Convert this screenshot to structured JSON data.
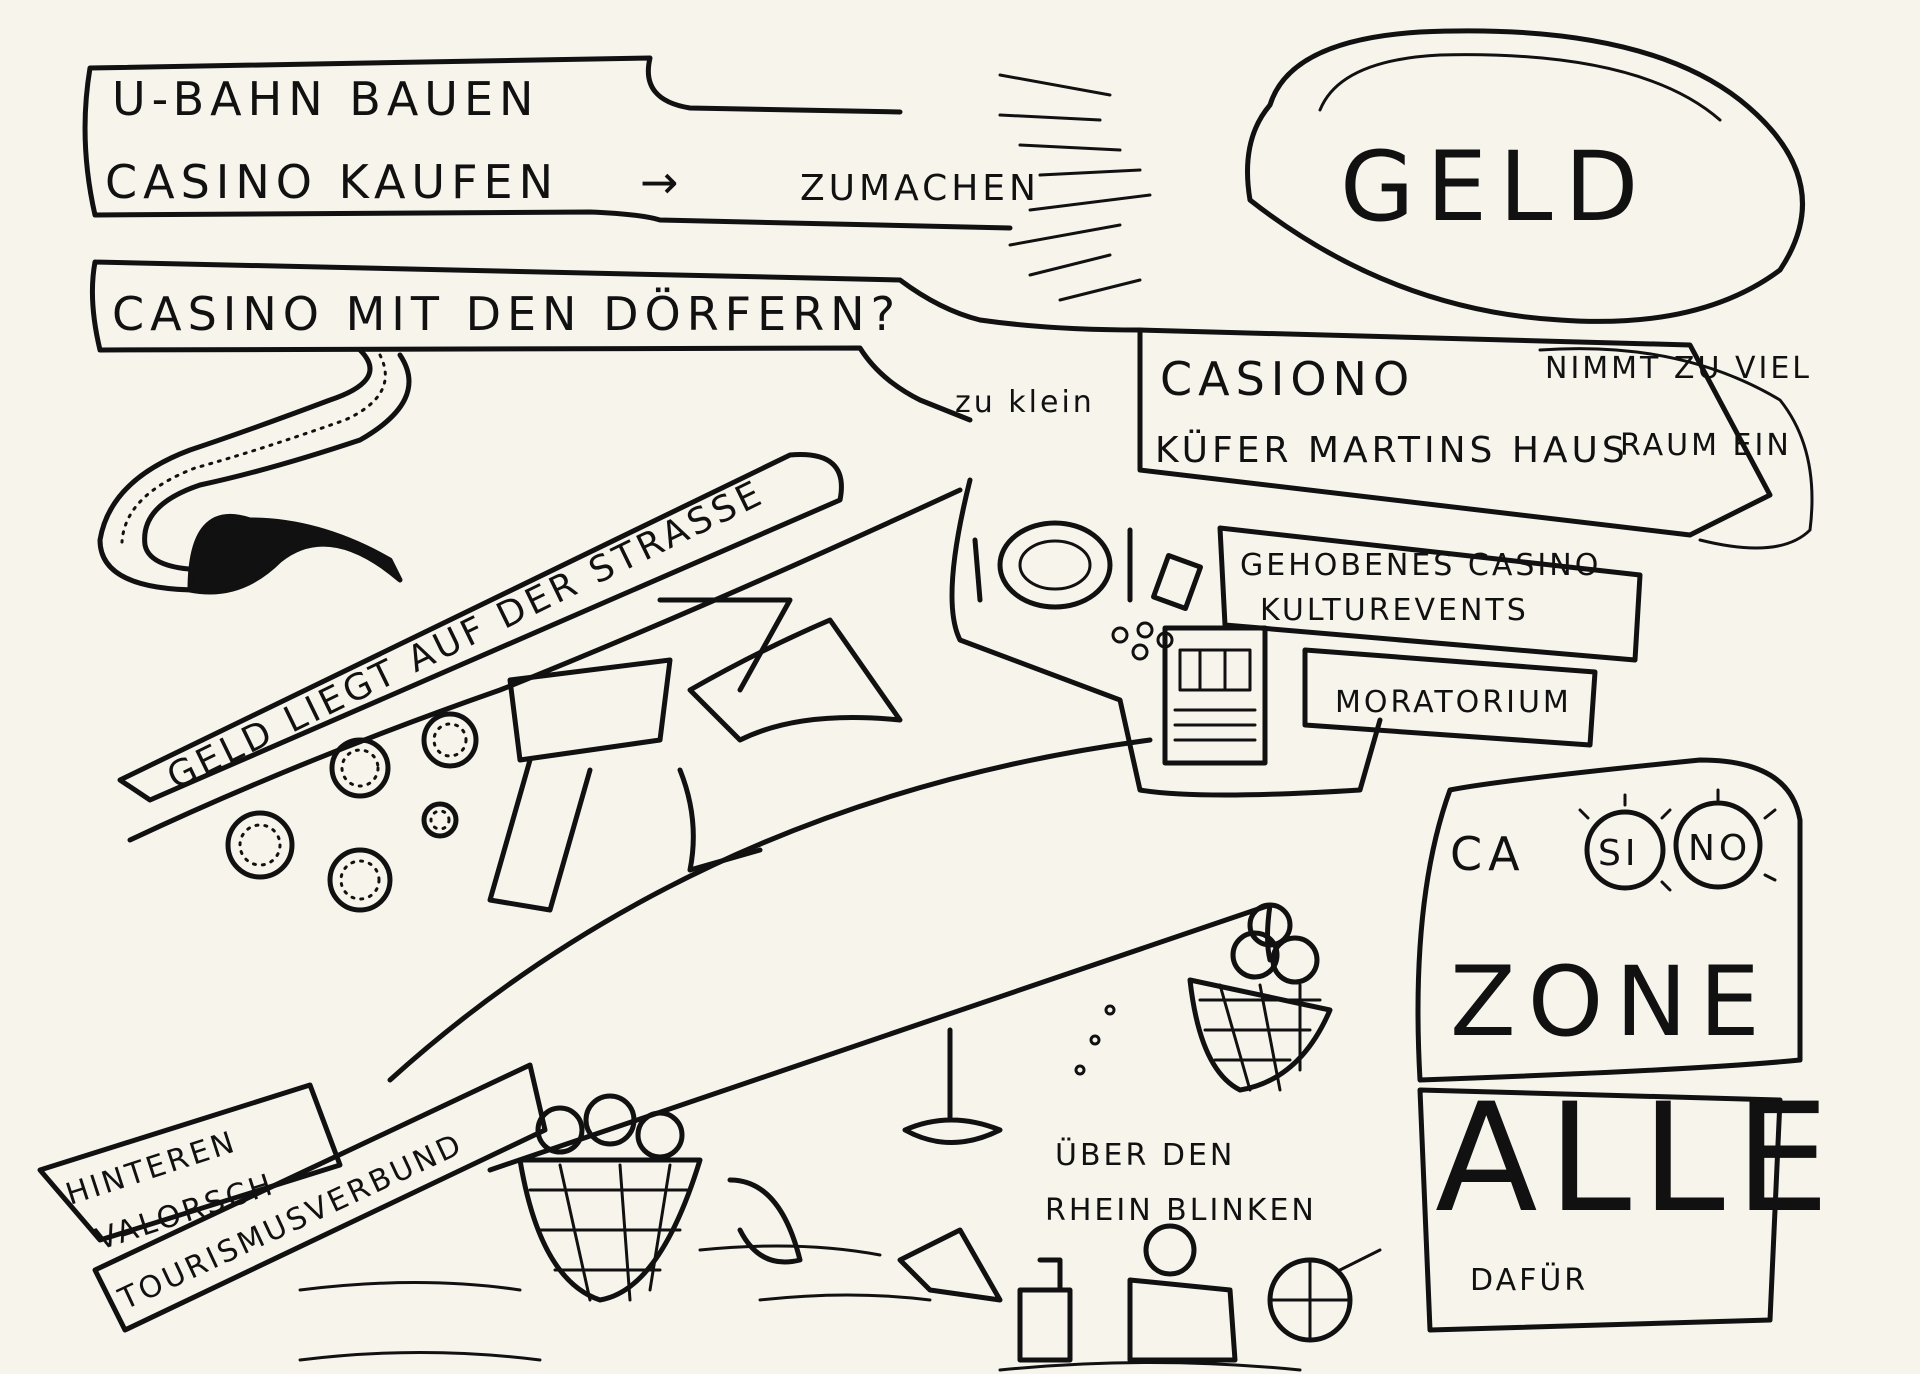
{
  "sketch": {
    "ubahn": "U-BAHN BAUEN",
    "casino_kaufen": "CASINO KAUFEN",
    "arrow": "→",
    "zumachen": "ZUMACHEN",
    "geld": "GELD",
    "casino_doerfern": "CASINO MIT DEN DÖRFERN?",
    "zu_klein": "zu klein",
    "casiono": "CASIONO",
    "kuefer": "KÜFER MARTINS HAUS",
    "nimmt_zu_viel": "NIMMT ZU VIEL",
    "raum_ein": "RAUM EIN",
    "gehobenes_casino": "GEHOBENES CASINO",
    "kulturevents": "KULTUREVENTS",
    "moratorium": "MORATORIUM",
    "geld_strasse": "GELD LIEGT AUF DER STRASSE",
    "sign_ca": "CA",
    "sign_si": "SI",
    "sign_no": "NO",
    "zone": "ZONE",
    "alle": "ALLE",
    "dafuer": "DAFÜR",
    "hinteren": "HINTEREN",
    "valorsch": "VALORSCH",
    "tourismusverbund": "TOURISMUSVERBUND",
    "ueber_den": "ÜBER DEN",
    "rhein_blinken": "RHEIN BLINKEN"
  }
}
